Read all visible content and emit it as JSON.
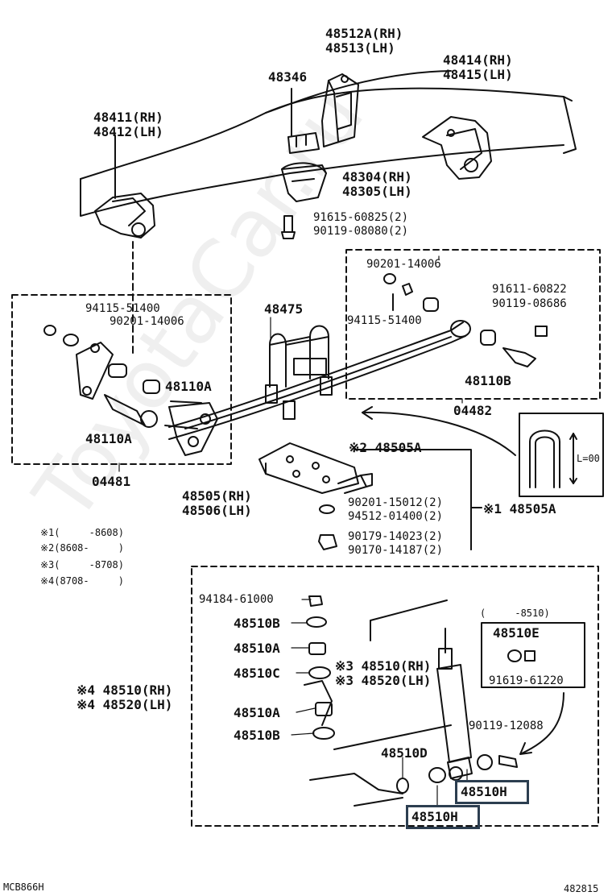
{
  "labels": {
    "p48512": "48512A(RH)",
    "p48513": "48513(LH)",
    "p48346": "48346",
    "p48414": "48414(RH)",
    "p48415": "48415(LH)",
    "p48411": "48411(RH)",
    "p48412": "48412(LH)",
    "p48304": "48304(RH)",
    "p48305": "48305(LH)",
    "p91615": "91615-60825(2)",
    "p90119a": "90119-08080(2)",
    "p90201a": "90201-14006",
    "p91611": "91611-60822",
    "p90119b": "90119-08686",
    "p94115a": "94115-51400",
    "p48110b": "48110B",
    "p04482": "04482",
    "p94115b": "94115-51400",
    "p90201b": "90201-14006",
    "p48475": "48475",
    "p48110a1": "48110A",
    "p48110a2": "48110A",
    "p04481": "04481",
    "p48505a1": "※2 48505A",
    "p48505": "48505(RH)",
    "p48506": "48506(LH)",
    "p90201c": "90201-15012(2)",
    "p94512": "94512-01400(2)",
    "p48505a2": "※1 48505A",
    "p90179": "90179-14023(2)",
    "p90170": "90170-14187(2)",
    "ub_len": "L=00",
    "p94184": "94184-61000",
    "p48510b1": "48510B",
    "p48510a1": "48510A",
    "p48510c": "48510C",
    "p48510rh_in": "※3 48510(RH)",
    "p48520lh_in": "※3 48520(LH)",
    "p48510a2": "48510A",
    "p48510b2": "48510B",
    "p48510rh_out": "※4 48510(RH)",
    "p48520lh_out": "※4 48520(LH)",
    "p48510d": "48510D",
    "p48510h1": "48510H",
    "p48510h2": "48510H",
    "inset_range": "(     -8510)",
    "p48510e": "48510E",
    "p91619": "91619-61220",
    "p90119c": "90119-12088",
    "note1": "※1(     -8608)",
    "note2": "※2(8608-     )",
    "note3": "※3(     -8708)",
    "note4": "※4(8708-     )",
    "code_left": "MCB866H",
    "code_right": "482815",
    "watermark": "ToyotaCar.ru"
  },
  "colors": {
    "ink": "#111111",
    "highlight": "#2c3e50",
    "paper": "#ffffff"
  }
}
